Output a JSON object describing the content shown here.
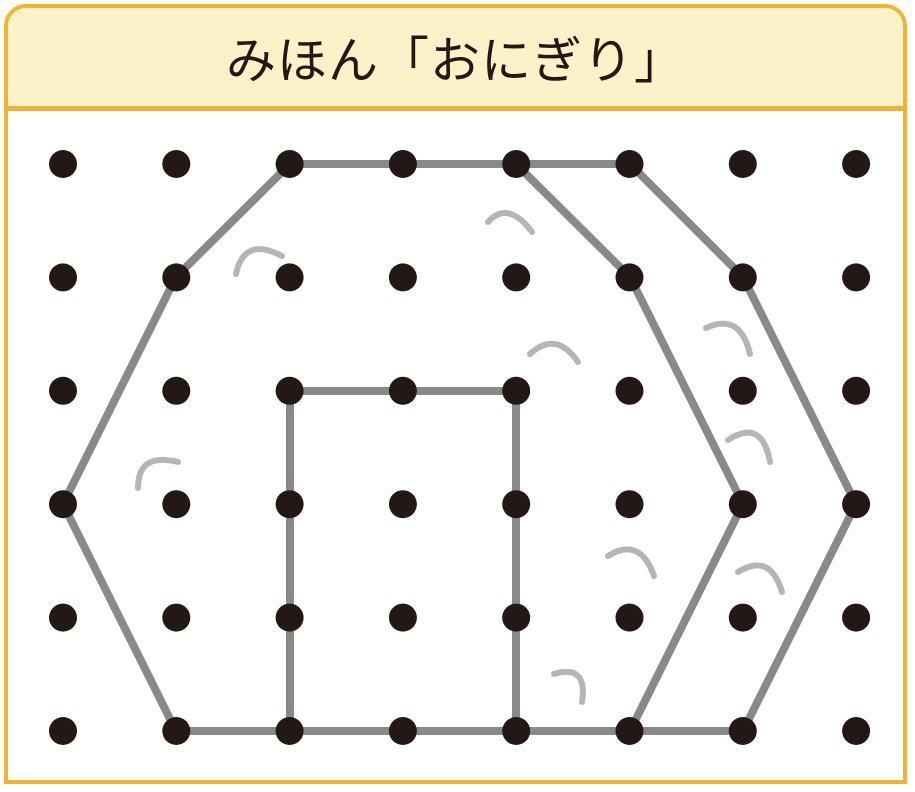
{
  "header": {
    "title": "みほん「おにぎり」"
  },
  "colors": {
    "frame": "#f0b431",
    "header_bg": "#fcf1c7",
    "dot": "#231815",
    "line": "#898989",
    "texture": "#b5b5b5"
  },
  "grid": {
    "columns": 8,
    "rows": 6
  },
  "icons": {
    "dot": "filled-circle",
    "rice-grain": "arc-stroke"
  }
}
